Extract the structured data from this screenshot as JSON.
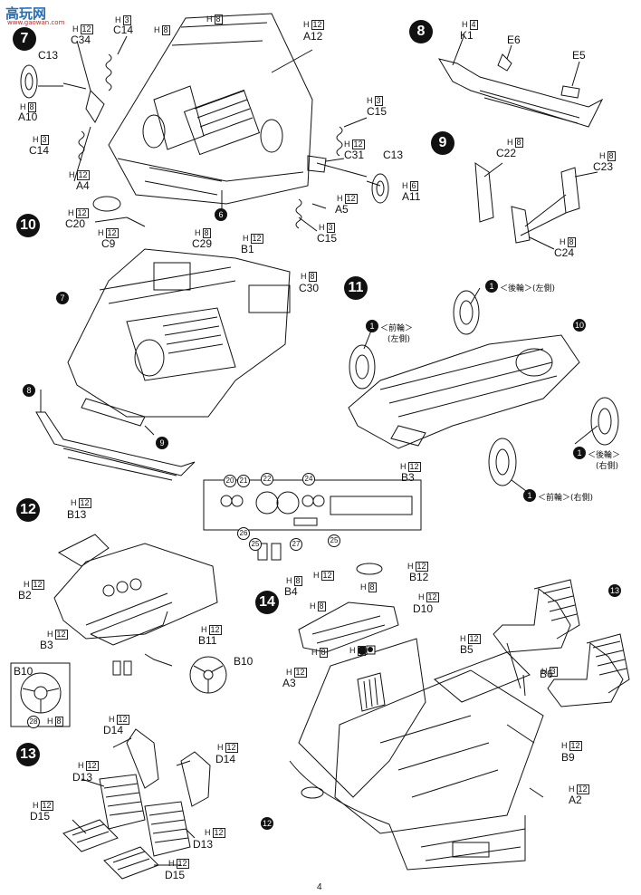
{
  "watermark": {
    "title": "高玩网",
    "url": "www.gaowan.com"
  },
  "page_number": "4",
  "steps": {
    "s7": "7",
    "s8": "8",
    "s9": "9",
    "s10": "10",
    "s11": "11",
    "s12": "12",
    "s13": "13",
    "s14": "14"
  },
  "labels": {
    "h3": "H",
    "h3n": "3",
    "h8n": "8",
    "h12n": "12",
    "h4n": "4",
    "h6n": "6"
  },
  "parts": {
    "C14a": "C14",
    "C34": "C34",
    "C13a": "C13",
    "A10": "A10",
    "C14b": "C14",
    "A4": "A4",
    "A12": "A12",
    "C15a": "C15",
    "C31": "C31",
    "C13b": "C13",
    "A11": "A11",
    "A5": "A5",
    "C15b": "C15",
    "K1": "K1",
    "E6": "E6",
    "E5": "E5",
    "C22": "C22",
    "C23": "C23",
    "C24": "C24",
    "C20": "C20",
    "C9": "C9",
    "C29": "C29",
    "B1": "B1",
    "C30": "C30",
    "B3a": "B3",
    "B13": "B13",
    "B2": "B2",
    "B3b": "B3",
    "B11": "B11",
    "B10": "B10",
    "B10b": "B10",
    "B12": "B12",
    "B4": "B4",
    "D10": "D10",
    "A3": "A3",
    "B5": "B5",
    "B6": "B6",
    "B9": "B9",
    "A2": "A2",
    "D14a": "D14",
    "D14b": "D14",
    "D13a": "D13",
    "D13b": "D13",
    "D15a": "D15",
    "D15b": "D15"
  },
  "wheels": {
    "rear_left": "＜後輪＞(左側)",
    "front_left_1": "＜前輪＞",
    "front_left_2": "(左側)",
    "rear_right_1": "＜後輪＞",
    "rear_right_2": "(右側)",
    "front_right": "＜前輪＞(右側)"
  },
  "small": {
    "one": "1",
    "six": "6",
    "seven": "7",
    "eight": "8",
    "nine": "9",
    "ten": "10",
    "twelve": "12",
    "thirteen": "13",
    "c20": "20",
    "c21": "21",
    "c22": "22",
    "c24": "24",
    "c25": "25",
    "c26": "26",
    "c27": "27",
    "c28": "28"
  },
  "colors": {
    "ink": "#111111",
    "paper": "#ffffff",
    "accent": "#2a6fb5"
  }
}
